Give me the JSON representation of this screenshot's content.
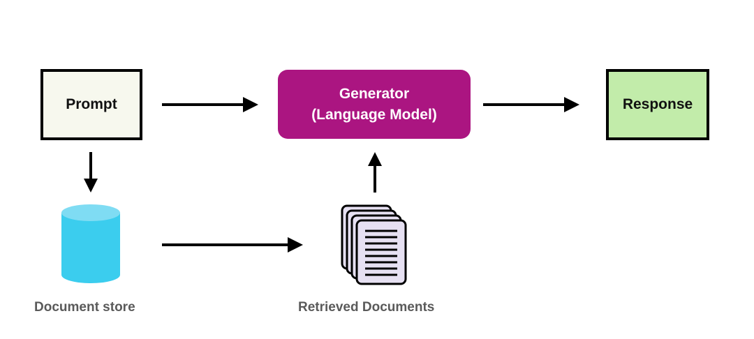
{
  "nodes": {
    "prompt": {
      "label": "Prompt",
      "fill": "#f7f8ee"
    },
    "generator": {
      "line1": "Generator",
      "line2": "(Language Model)",
      "fill": "#ab1581"
    },
    "response": {
      "label": "Response",
      "fill": "#c2ecaa"
    }
  },
  "captions": {
    "document_store": "Document store",
    "retrieved_documents": "Retrieved Documents"
  },
  "icons": {
    "document_store": {
      "name": "database-cylinder-icon",
      "color": "#3bcdee"
    },
    "retrieved_documents": {
      "name": "document-stack-icon",
      "color": "#e6e0f2"
    }
  }
}
